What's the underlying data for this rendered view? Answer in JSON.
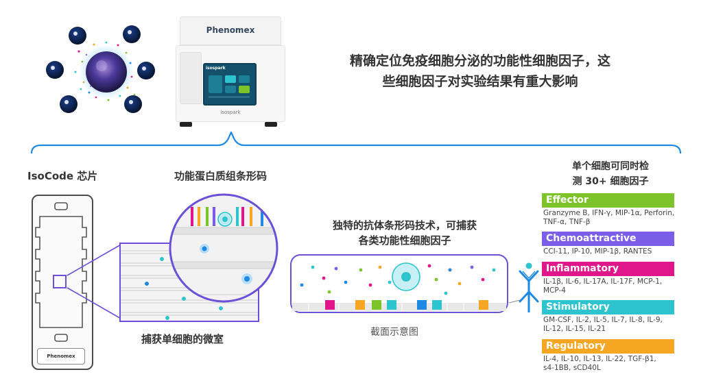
{
  "headline": {
    "line1": "精确定位免疫细胞分泌的功能性细胞因子，这",
    "line2": "些细胞因子对实验结果有重大影响"
  },
  "instrument": {
    "brand": "Phenomex",
    "screen_title": "isospark",
    "model_label": "isospark"
  },
  "chip": {
    "title": "IsoCode 芯片",
    "logo": "Phenomex"
  },
  "barcode_label": "功能蛋白质组条形码",
  "microchamber_label": "捕获单细胞的微室",
  "antibody_text": {
    "line1": "独特的抗体条形码技术，可捕获",
    "line2": "各类功能性细胞因子"
  },
  "cross_section_label": "截面示意图",
  "detect_title": {
    "line1": "单个细胞可同时检",
    "line2": "测 30+ 细胞因子"
  },
  "categories": [
    {
      "name": "Effector",
      "color": "#7dc42b",
      "items": [
        "Granzyme B, IFN-γ, MIP-1α, Perforin,",
        "TNF-α, TNF-β"
      ]
    },
    {
      "name": "Chemoattractive",
      "color": "#7b5ee8",
      "items": [
        "CCI-11, IP-10, MIP-1β, RANTES"
      ]
    },
    {
      "name": "Inflammatory",
      "color": "#e0178a",
      "items": [
        "IL-1β, IL-6, IL-17A, IL-17F, MCP-1,",
        "MCP-4"
      ]
    },
    {
      "name": "Stimulatory",
      "color": "#2ec4cf",
      "items": [
        "GM-CSF, IL-2, IL-5, IL-7, IL-8, IL-9,",
        "IL-12, IL-15, IL-21"
      ]
    },
    {
      "name": "Regulatory",
      "color": "#f5a623",
      "items": [
        "IL-4, IL-10, IL-13, IL-22, TGF-β1,",
        "s4-1BB, sCD40L"
      ]
    }
  ],
  "colors": {
    "accent_blue": "#1e88e5",
    "purple": "#6c4fd9",
    "cyan": "#2ec4cf",
    "green": "#7dc42b",
    "pink": "#e0178a",
    "orange": "#f5a623"
  }
}
